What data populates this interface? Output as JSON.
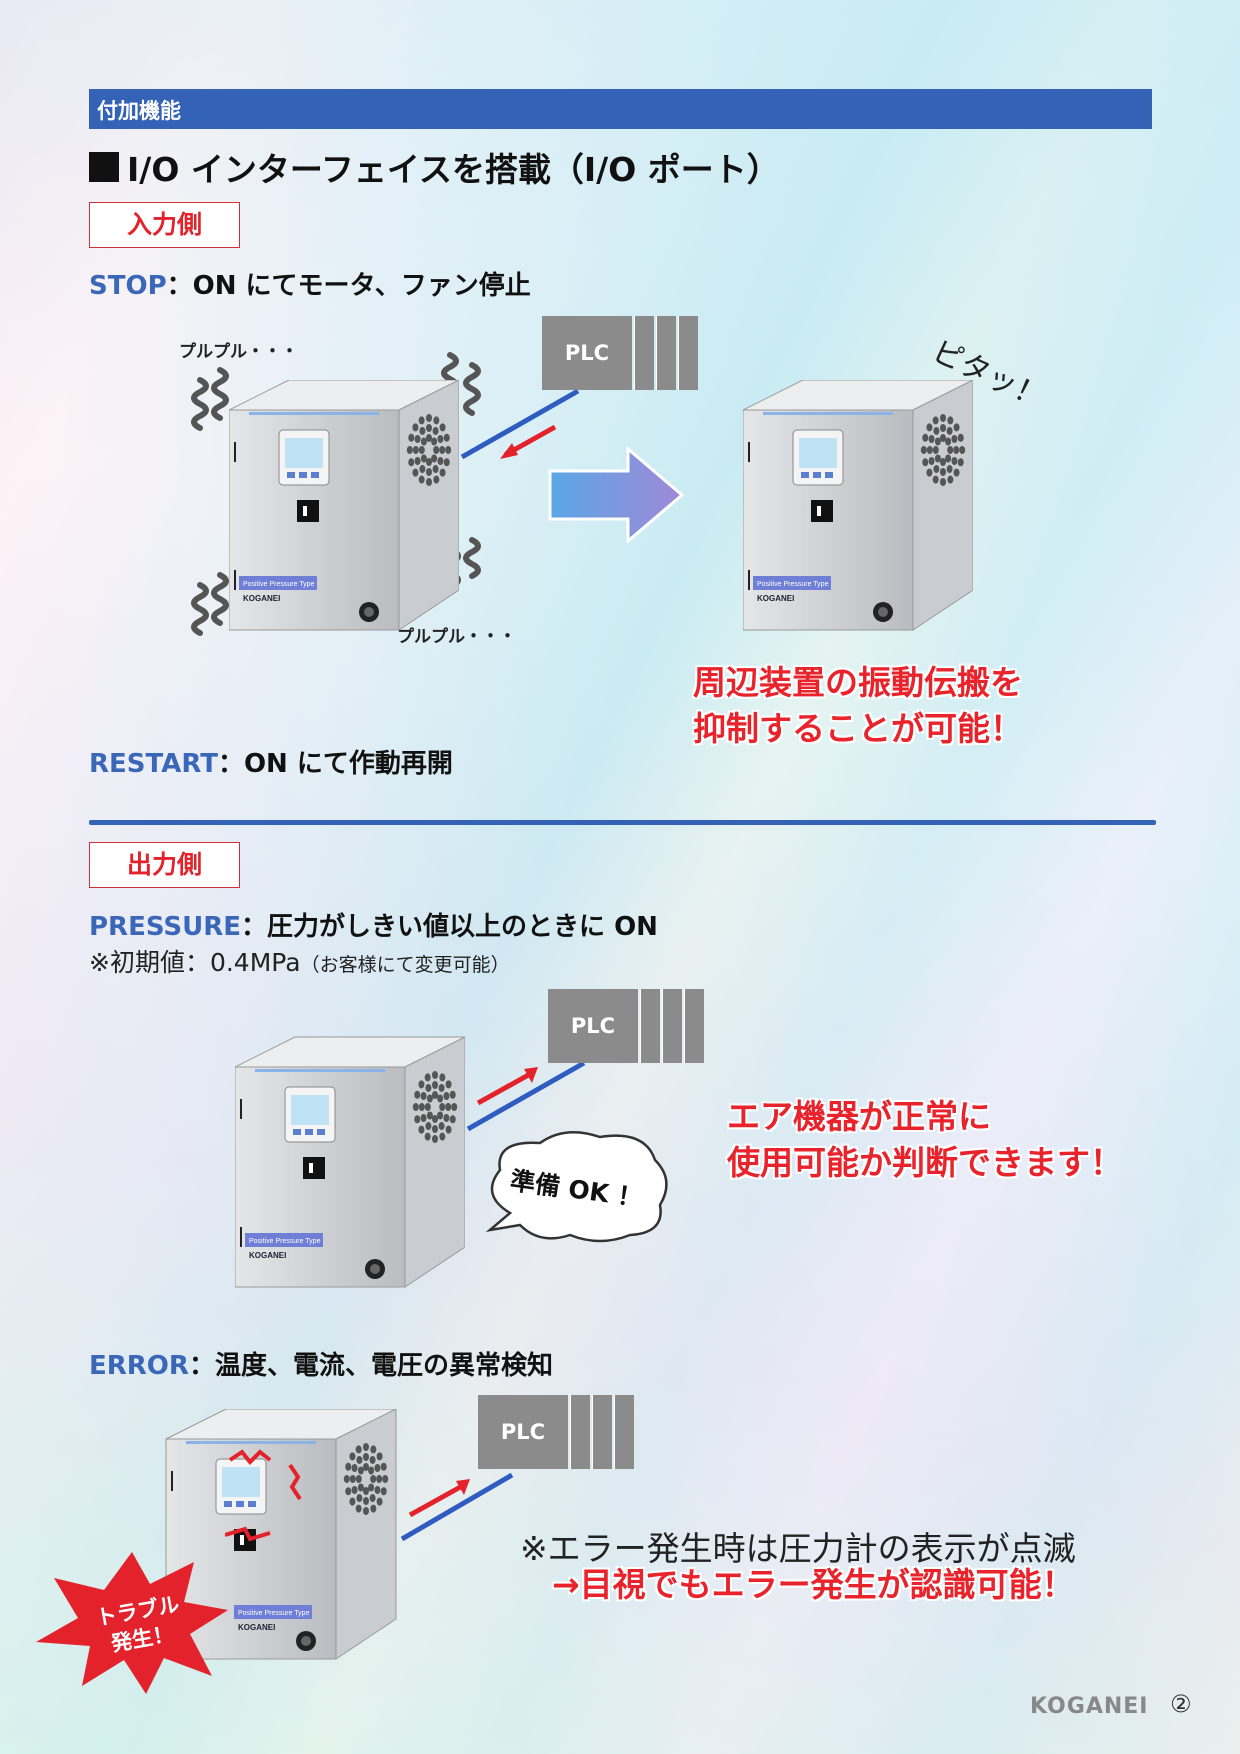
{
  "header": {
    "label": "付加機能"
  },
  "title": "I/O インターフェイスを搭載（I/O ポート）",
  "input_section": {
    "tag": "入力側",
    "stop": {
      "key": "STOP",
      "desc": "：ON にてモータ、ファン停止"
    },
    "vibration_label_1": "プルプル・・・",
    "vibration_label_2": "プルプル・・・",
    "stopped_label": "ピタッ！",
    "plc": "PLC",
    "benefit_line1": "周辺装置の振動伝搬を",
    "benefit_line2": "抑制することが可能！",
    "restart": {
      "key": "RESTART",
      "desc": "：ON にて作動再開"
    }
  },
  "output_section": {
    "tag": "出力側",
    "pressure": {
      "key": "PRESSURE",
      "desc": "：圧力がしきい値以上のときに ON"
    },
    "initial_value": {
      "label": "※初期値：0.4MPa",
      "note": "（お客様にて変更可能）"
    },
    "plc": "PLC",
    "bubble": "準備 OK ！",
    "benefit_line1": "エア機器が正常に",
    "benefit_line2": "使用可能か判断できます！",
    "error": {
      "key": "ERROR",
      "desc": "：温度、電流、電圧の異常検知"
    },
    "plc_error": "PLC",
    "trouble": "トラブル発生！",
    "error_note": "※エラー発生時は圧力計の表示が点滅",
    "error_benefit": "→目視でもエラー発生が認識可能！"
  },
  "device": {
    "label": "Positive Pressure Type",
    "brand": "KOGANEI"
  },
  "footer": {
    "brand": "KOGANEI",
    "page": "②"
  },
  "colors": {
    "accent": "#3362b6",
    "red": "#e9232b",
    "plc": "#8c8b8b"
  }
}
